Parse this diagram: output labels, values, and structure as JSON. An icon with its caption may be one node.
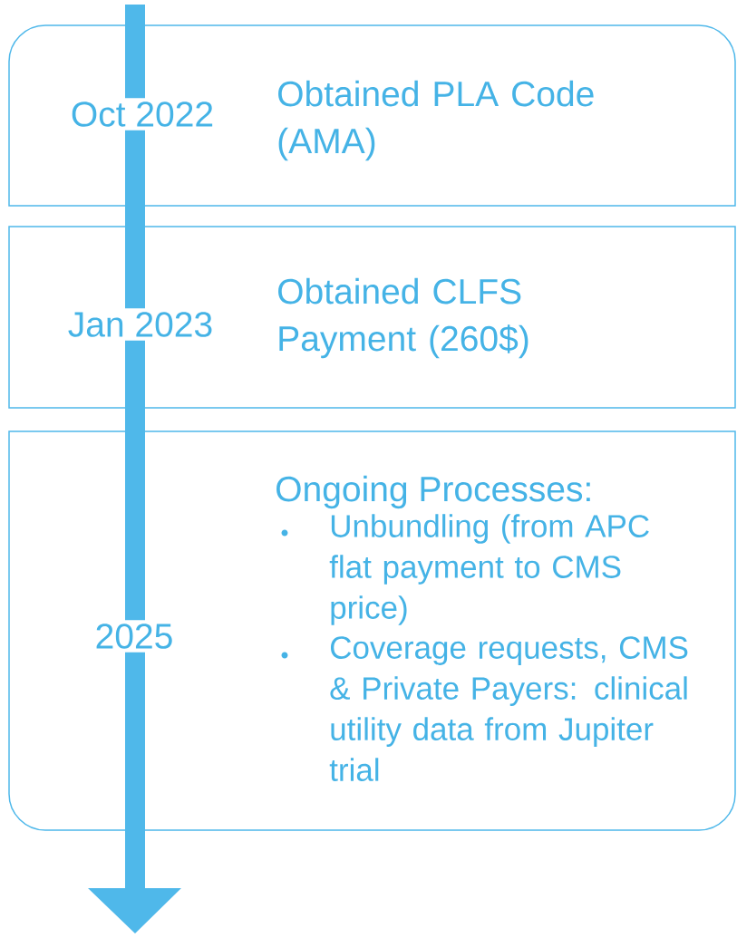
{
  "diagram": {
    "nodes": [
      {
        "text": [
          "Oct 2022",
          "Obtained PLA Code (AMA)"
        ]
      },
      {
        "text": [
          "Jan 2023",
          "Obtained CLFS Payment (260$)"
        ]
      },
      {
        "text": [
          "2025",
          "Ongoing Processes:",
          "Unbundling (from APC flat payment to CMS price)",
          "Coverage requests, CMS & Private Payers: clinical utility data from Jupiter trial"
        ]
      }
    ]
  }
}
